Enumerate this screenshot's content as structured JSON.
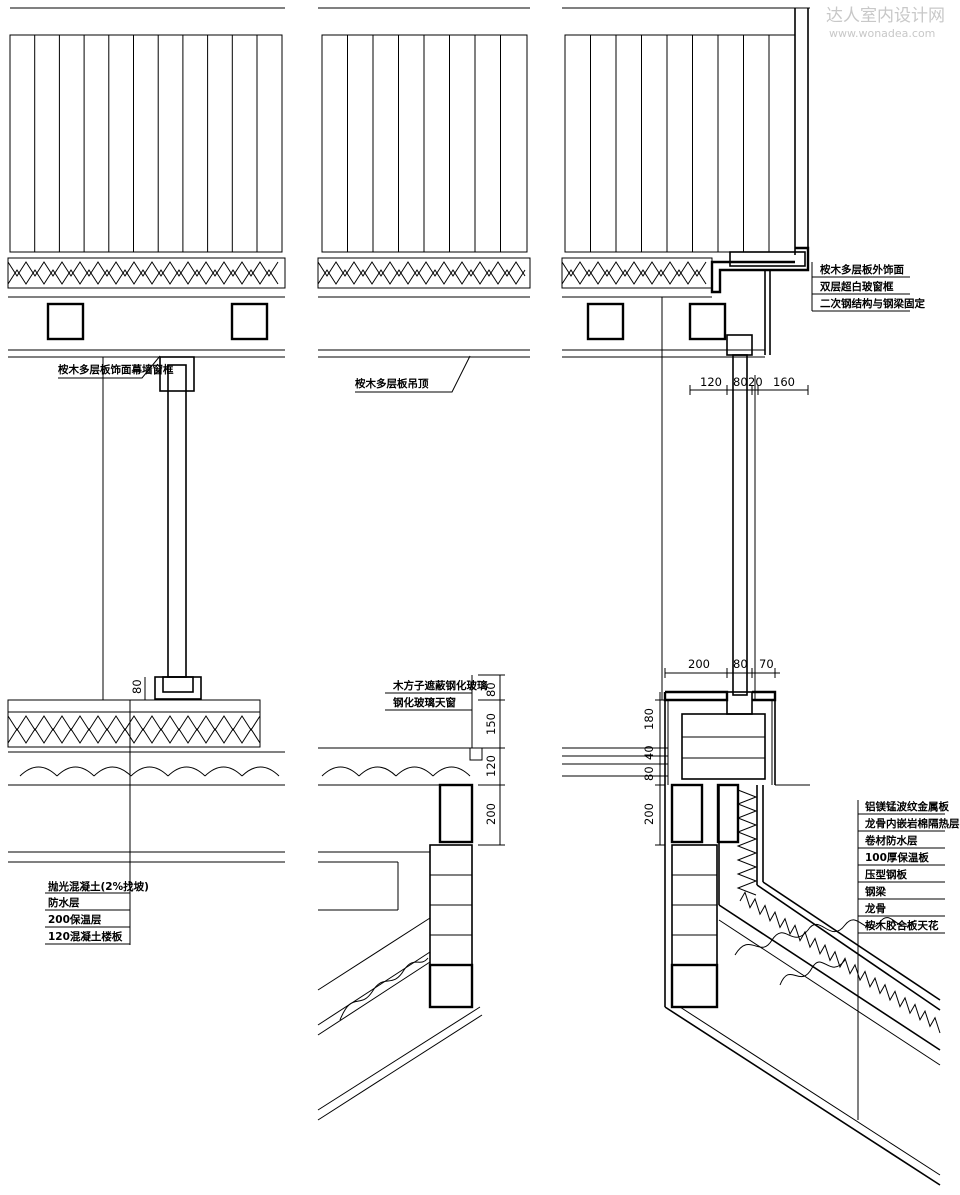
{
  "watermark": {
    "title": "达人室内设计网",
    "url": "www.wonadea.com"
  },
  "section_left": {
    "callout_window_frame": "桉木多层板饰面幕墙窗框",
    "dim_80": "80",
    "legend": [
      "抛光混凝土(2%找坡)",
      "防水层",
      "200保温层",
      "120混凝土楼板"
    ]
  },
  "section_middle": {
    "callout_ceiling": "桉木多层板吊顶",
    "labels": [
      "木方子遮蔽钢化玻璃",
      "钢化玻璃天窗"
    ],
    "dims": [
      "80",
      "150",
      "120",
      "200"
    ]
  },
  "section_right": {
    "top_labels": [
      "桉木多层板外饰面",
      "双层超白玻窗框",
      "二次钢结构与钢梁固定"
    ],
    "dims_top": [
      "120",
      "80",
      "20",
      "160"
    ],
    "dims_mid": [
      "200",
      "80",
      "70"
    ],
    "dims_vertical": [
      "180",
      "40",
      "80",
      "200"
    ],
    "legend": [
      "铝镁锰波纹金属板",
      "龙骨内嵌岩棉隔热层",
      "卷材防水层",
      "100厚保温板",
      "压型钢板",
      "钢梁",
      "龙骨",
      "桉木胶合板天花"
    ]
  }
}
